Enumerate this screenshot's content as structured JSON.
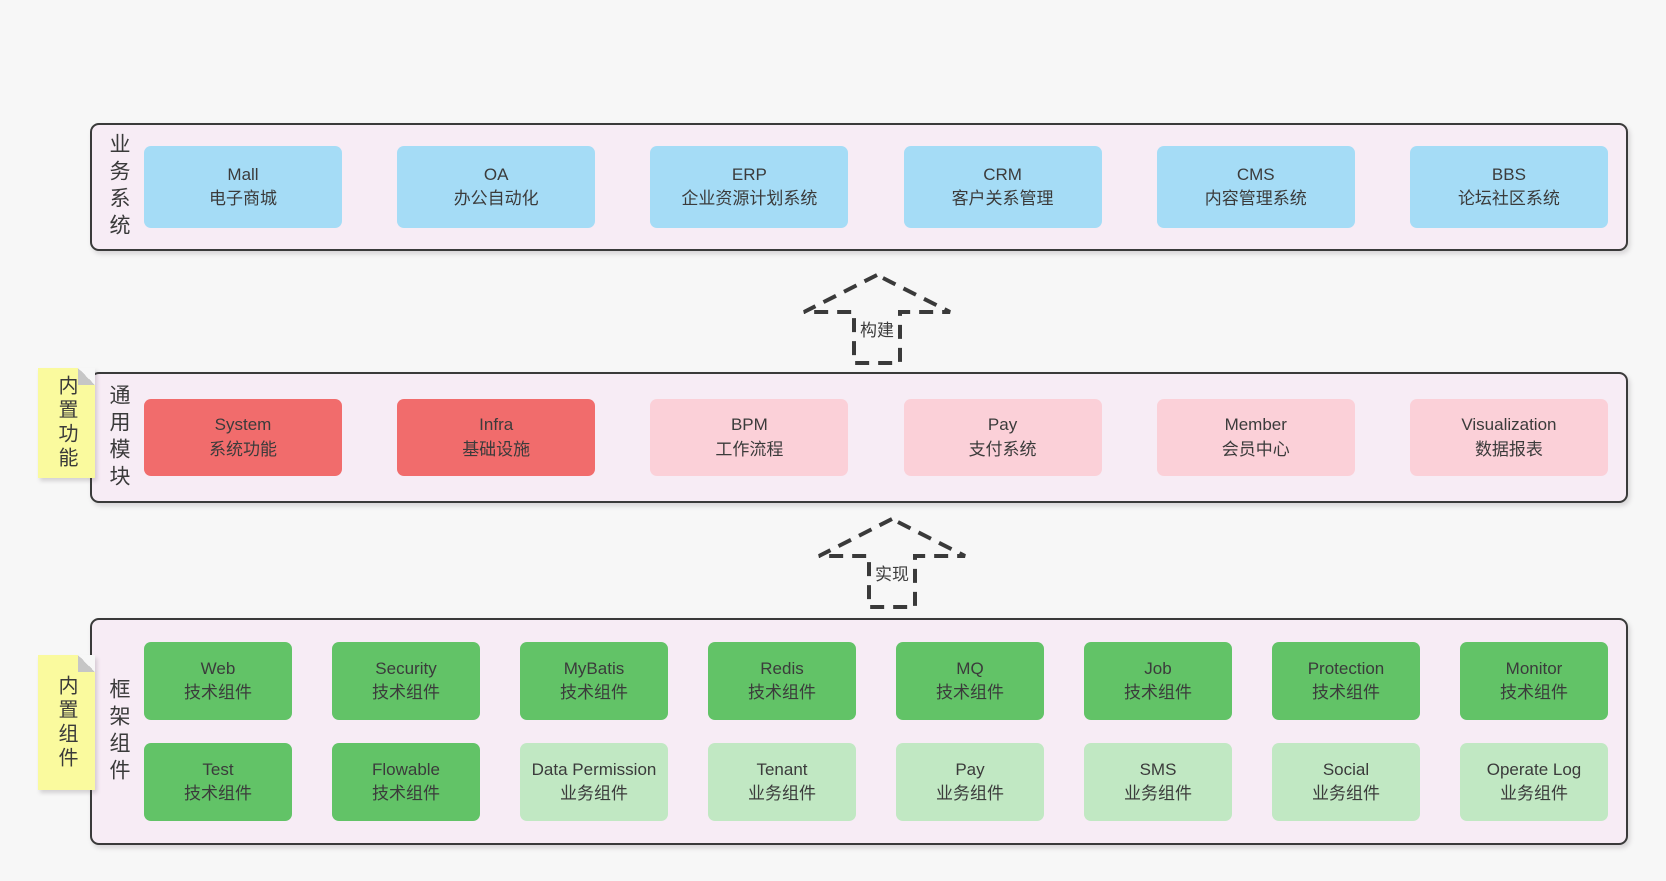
{
  "colors": {
    "page_bg": "#f7f7f7",
    "layer_bg": "#f7ecf5",
    "layer_border": "#3a3a3a",
    "blue_box": "#a5dcf6",
    "red_box": "#f16c6c",
    "pink_box": "#fbd0d8",
    "green_dark_box": "#62c367",
    "green_light_box": "#c1e8c3",
    "note_bg": "#fafa9e",
    "text": "#3b3b3b"
  },
  "arrows": {
    "build": "构建",
    "implement": "实现"
  },
  "notes": {
    "modules": "内置功能",
    "framework": "内置组件"
  },
  "layers": {
    "business": {
      "label": "业务系统",
      "boxes": [
        {
          "title": "Mall",
          "subtitle": "电子商城",
          "type": "blue"
        },
        {
          "title": "OA",
          "subtitle": "办公自动化",
          "type": "blue"
        },
        {
          "title": "ERP",
          "subtitle": "企业资源计划系统",
          "type": "blue"
        },
        {
          "title": "CRM",
          "subtitle": "客户关系管理",
          "type": "blue"
        },
        {
          "title": "CMS",
          "subtitle": "内容管理系统",
          "type": "blue"
        },
        {
          "title": "BBS",
          "subtitle": "论坛社区系统",
          "type": "blue"
        }
      ]
    },
    "modules": {
      "label": "通用模块",
      "boxes": [
        {
          "title": "System",
          "subtitle": "系统功能",
          "type": "red"
        },
        {
          "title": "Infra",
          "subtitle": "基础设施",
          "type": "red"
        },
        {
          "title": "BPM",
          "subtitle": "工作流程",
          "type": "pink"
        },
        {
          "title": "Pay",
          "subtitle": "支付系统",
          "type": "pink"
        },
        {
          "title": "Member",
          "subtitle": "会员中心",
          "type": "pink"
        },
        {
          "title": "Visualization",
          "subtitle": "数据报表",
          "type": "pink"
        }
      ]
    },
    "framework": {
      "label": "框架组件",
      "row1": [
        {
          "title": "Web",
          "subtitle": "技术组件",
          "type": "green-dark"
        },
        {
          "title": "Security",
          "subtitle": "技术组件",
          "type": "green-dark"
        },
        {
          "title": "MyBatis",
          "subtitle": "技术组件",
          "type": "green-dark"
        },
        {
          "title": "Redis",
          "subtitle": "技术组件",
          "type": "green-dark"
        },
        {
          "title": "MQ",
          "subtitle": "技术组件",
          "type": "green-dark"
        },
        {
          "title": "Job",
          "subtitle": "技术组件",
          "type": "green-dark"
        },
        {
          "title": "Protection",
          "subtitle": "技术组件",
          "type": "green-dark"
        },
        {
          "title": "Monitor",
          "subtitle": "技术组件",
          "type": "green-dark"
        }
      ],
      "row2": [
        {
          "title": "Test",
          "subtitle": "技术组件",
          "type": "green-dark"
        },
        {
          "title": "Flowable",
          "subtitle": "技术组件",
          "type": "green-dark"
        },
        {
          "title": "Data Permission",
          "subtitle": "业务组件",
          "type": "green-light"
        },
        {
          "title": "Tenant",
          "subtitle": "业务组件",
          "type": "green-light"
        },
        {
          "title": "Pay",
          "subtitle": "业务组件",
          "type": "green-light"
        },
        {
          "title": "SMS",
          "subtitle": "业务组件",
          "type": "green-light"
        },
        {
          "title": "Social",
          "subtitle": "业务组件",
          "type": "green-light"
        },
        {
          "title": "Operate Log",
          "subtitle": "业务组件",
          "type": "green-light"
        }
      ]
    }
  }
}
